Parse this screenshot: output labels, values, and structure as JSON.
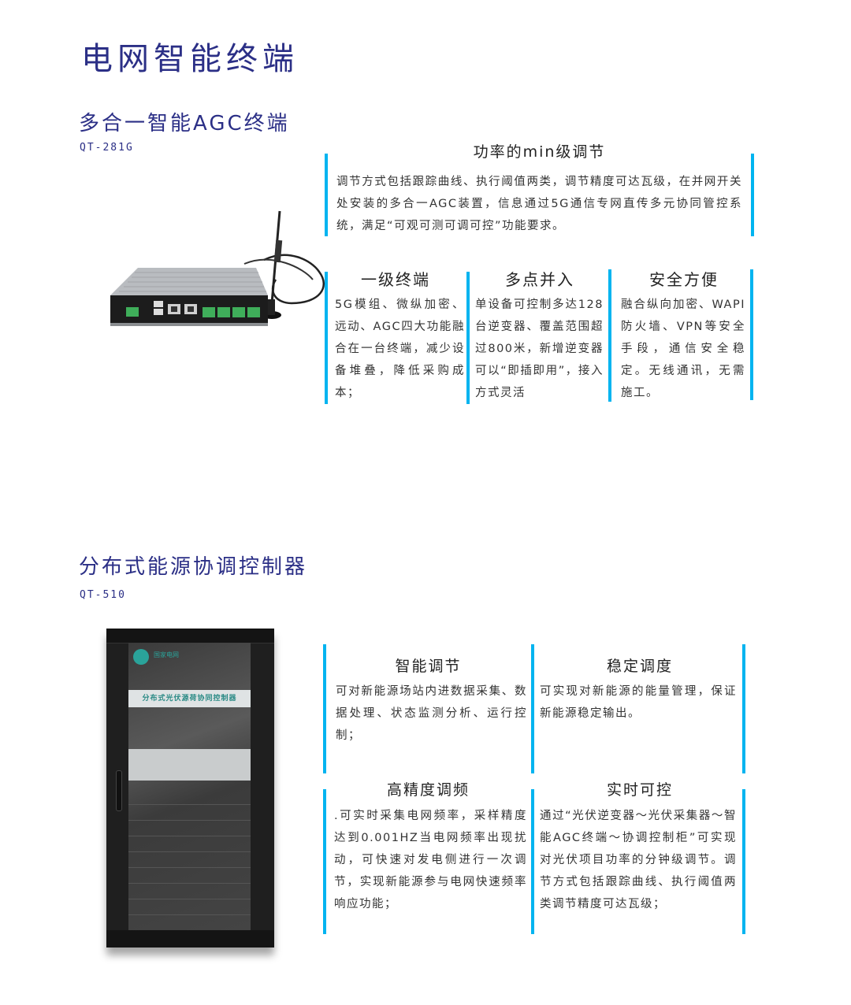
{
  "page": {
    "title": "电网智能终端"
  },
  "section1": {
    "title": "多合一智能AGC终端",
    "model": "QT-281G",
    "image_alt": "AGC terminal device with antenna",
    "main_card": {
      "heading": "功率的min级调节",
      "body": "调节方式包括跟踪曲线、执行阈值两类，调节精度可达瓦级，在并网开关处安装的多合一AGC装置，信息通过5G通信专网直传多元协同管控系统，满足“可观可测可调可控”功能要求。"
    },
    "cards": [
      {
        "heading": "一级终端",
        "body": "5G模组、微纵加密、远动、AGC四大功能融合在一台终端，减少设备堆叠，降低采购成本；"
      },
      {
        "heading": "多点并入",
        "body": "单设备可控制多达128台逆变器、覆盖范围超过800米，新增逆变器可以“即插即用”，接入方式灵活"
      },
      {
        "heading": "安全方便",
        "body": "融合纵向加密、WAPI防火墙、VPN等安全手段，通信安全稳定。无线通讯，无需施工。"
      }
    ]
  },
  "section2": {
    "title": "分布式能源协调控制器",
    "model": "QT-510",
    "image_alt": "Distributed energy coordination control cabinet",
    "cabinet_label": "分布式光伏源荷协同控制器",
    "cabinet_brand": "国家电网",
    "cards": [
      {
        "heading": "智能调节",
        "body": "可对新能源场站内进数据采集、数据处理、状态监测分析、运行控制；"
      },
      {
        "heading": "稳定调度",
        "body": "可实现对新能源的能量管理，保证新能源稳定输出。"
      },
      {
        "heading": "高精度调频",
        "body": ".可实时采集电网频率，采样精度达到0.001HZ当电网频率出现扰动，可快速对发电侧进行一次调节，实现新能源参与电网快速频率响应功能；"
      },
      {
        "heading": "实时可控",
        "body": "通过“光伏逆变器～光伏采集器～智能AGC终端～协调控制柜”可实现对光伏项目功率的分钟级调节。调节方式包括跟踪曲线、执行阈值两类调节精度可达瓦级；"
      }
    ]
  },
  "colors": {
    "title": "#2b2f86",
    "accent_bar": "#00b4f0",
    "text": "#333333"
  }
}
